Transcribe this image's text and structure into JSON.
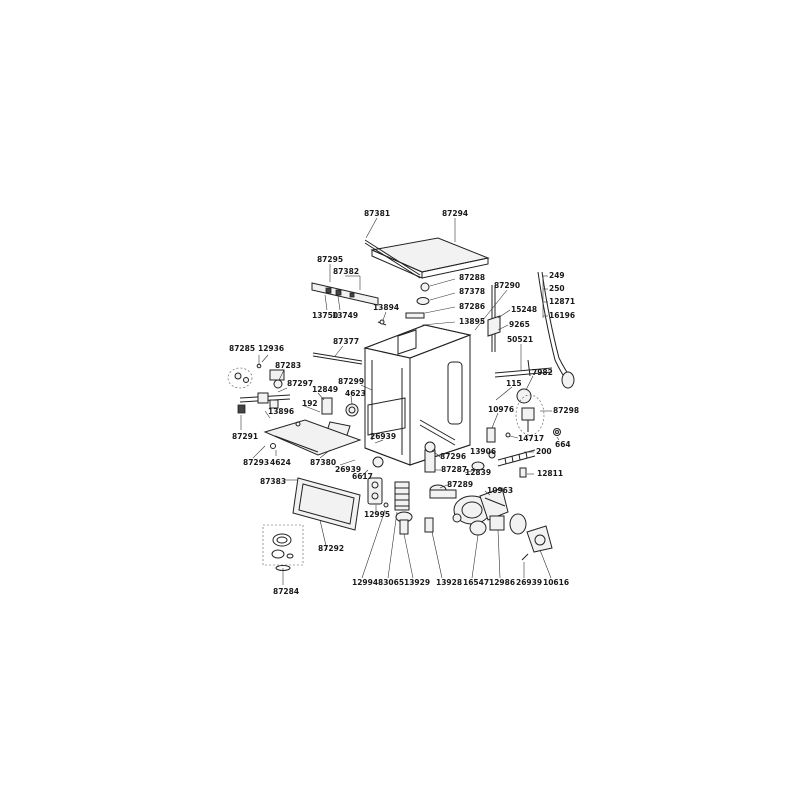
{
  "labels": [
    "87381",
    "87294",
    "87295",
    "87382",
    "87288",
    "87378",
    "87286",
    "87290",
    "249",
    "250",
    "12871",
    "16196",
    "13894",
    "15248",
    "9265",
    "13895",
    "13750",
    "13749",
    "87377",
    "50521",
    "87285",
    "12936",
    "87283",
    "87299",
    "87297",
    "12849",
    "4623",
    "7982",
    "115",
    "87298",
    "13896",
    "192",
    "10976",
    "87291",
    "26939",
    "664",
    "14717",
    "200",
    "13906",
    "87296",
    "87293",
    "4624",
    "87380",
    "26939",
    "87287",
    "12839",
    "12811",
    "87383",
    "6617",
    "87289",
    "10963",
    "12995",
    "87292",
    "12994",
    "83065",
    "13929",
    "13928",
    "16547",
    "12986",
    "26939",
    "10616",
    "87284"
  ]
}
